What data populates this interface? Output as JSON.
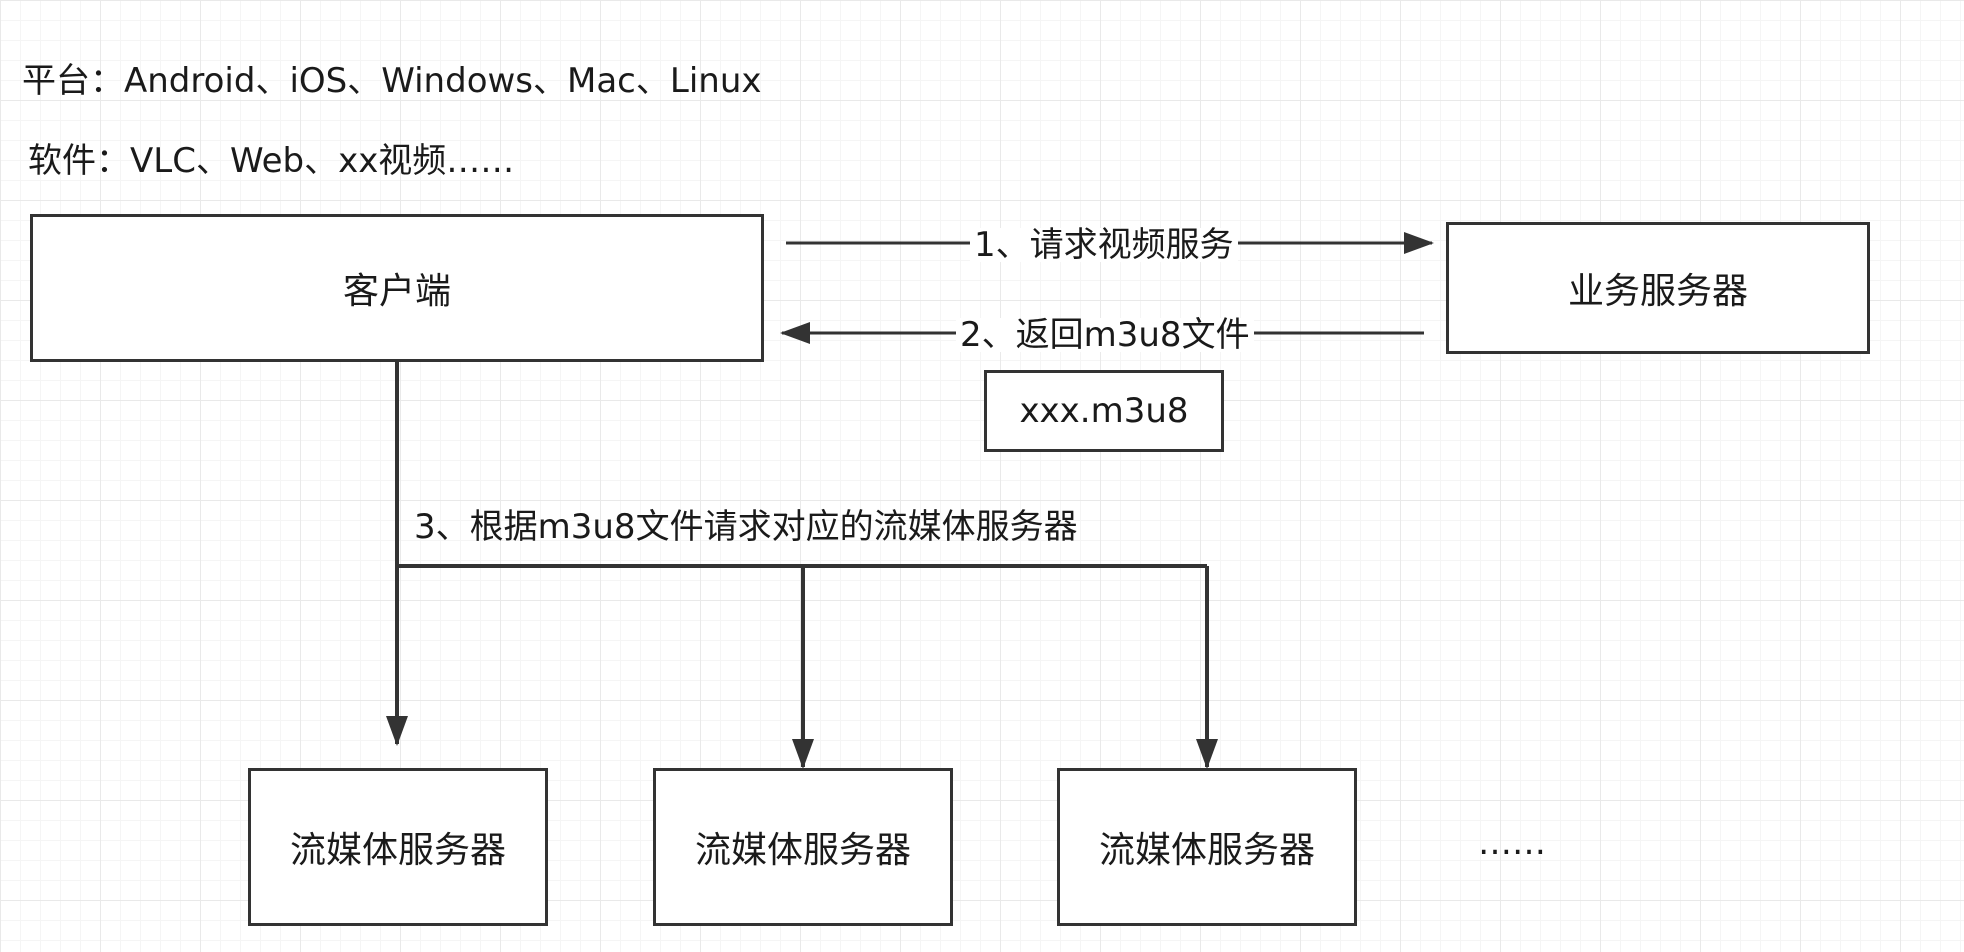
{
  "notes": {
    "platforms": "平台：Android、iOS、Windows、Mac、Linux",
    "software": "软件：VLC、Web、xx视频……"
  },
  "nodes": {
    "client": "客户端",
    "business_server": "业务服务器",
    "m3u8_file": "xxx.m3u8",
    "streaming_servers": [
      "流媒体服务器",
      "流媒体服务器",
      "流媒体服务器"
    ],
    "more": "……"
  },
  "edges": {
    "request_video_service": "1、请求视频服务",
    "return_m3u8": "2、返回m3u8文件",
    "request_streaming": "3、根据m3u8文件请求对应的流媒体服务器"
  },
  "colors": {
    "stroke": "#333333",
    "grid": "#e9e9e9",
    "text": "#1a1a1a"
  }
}
